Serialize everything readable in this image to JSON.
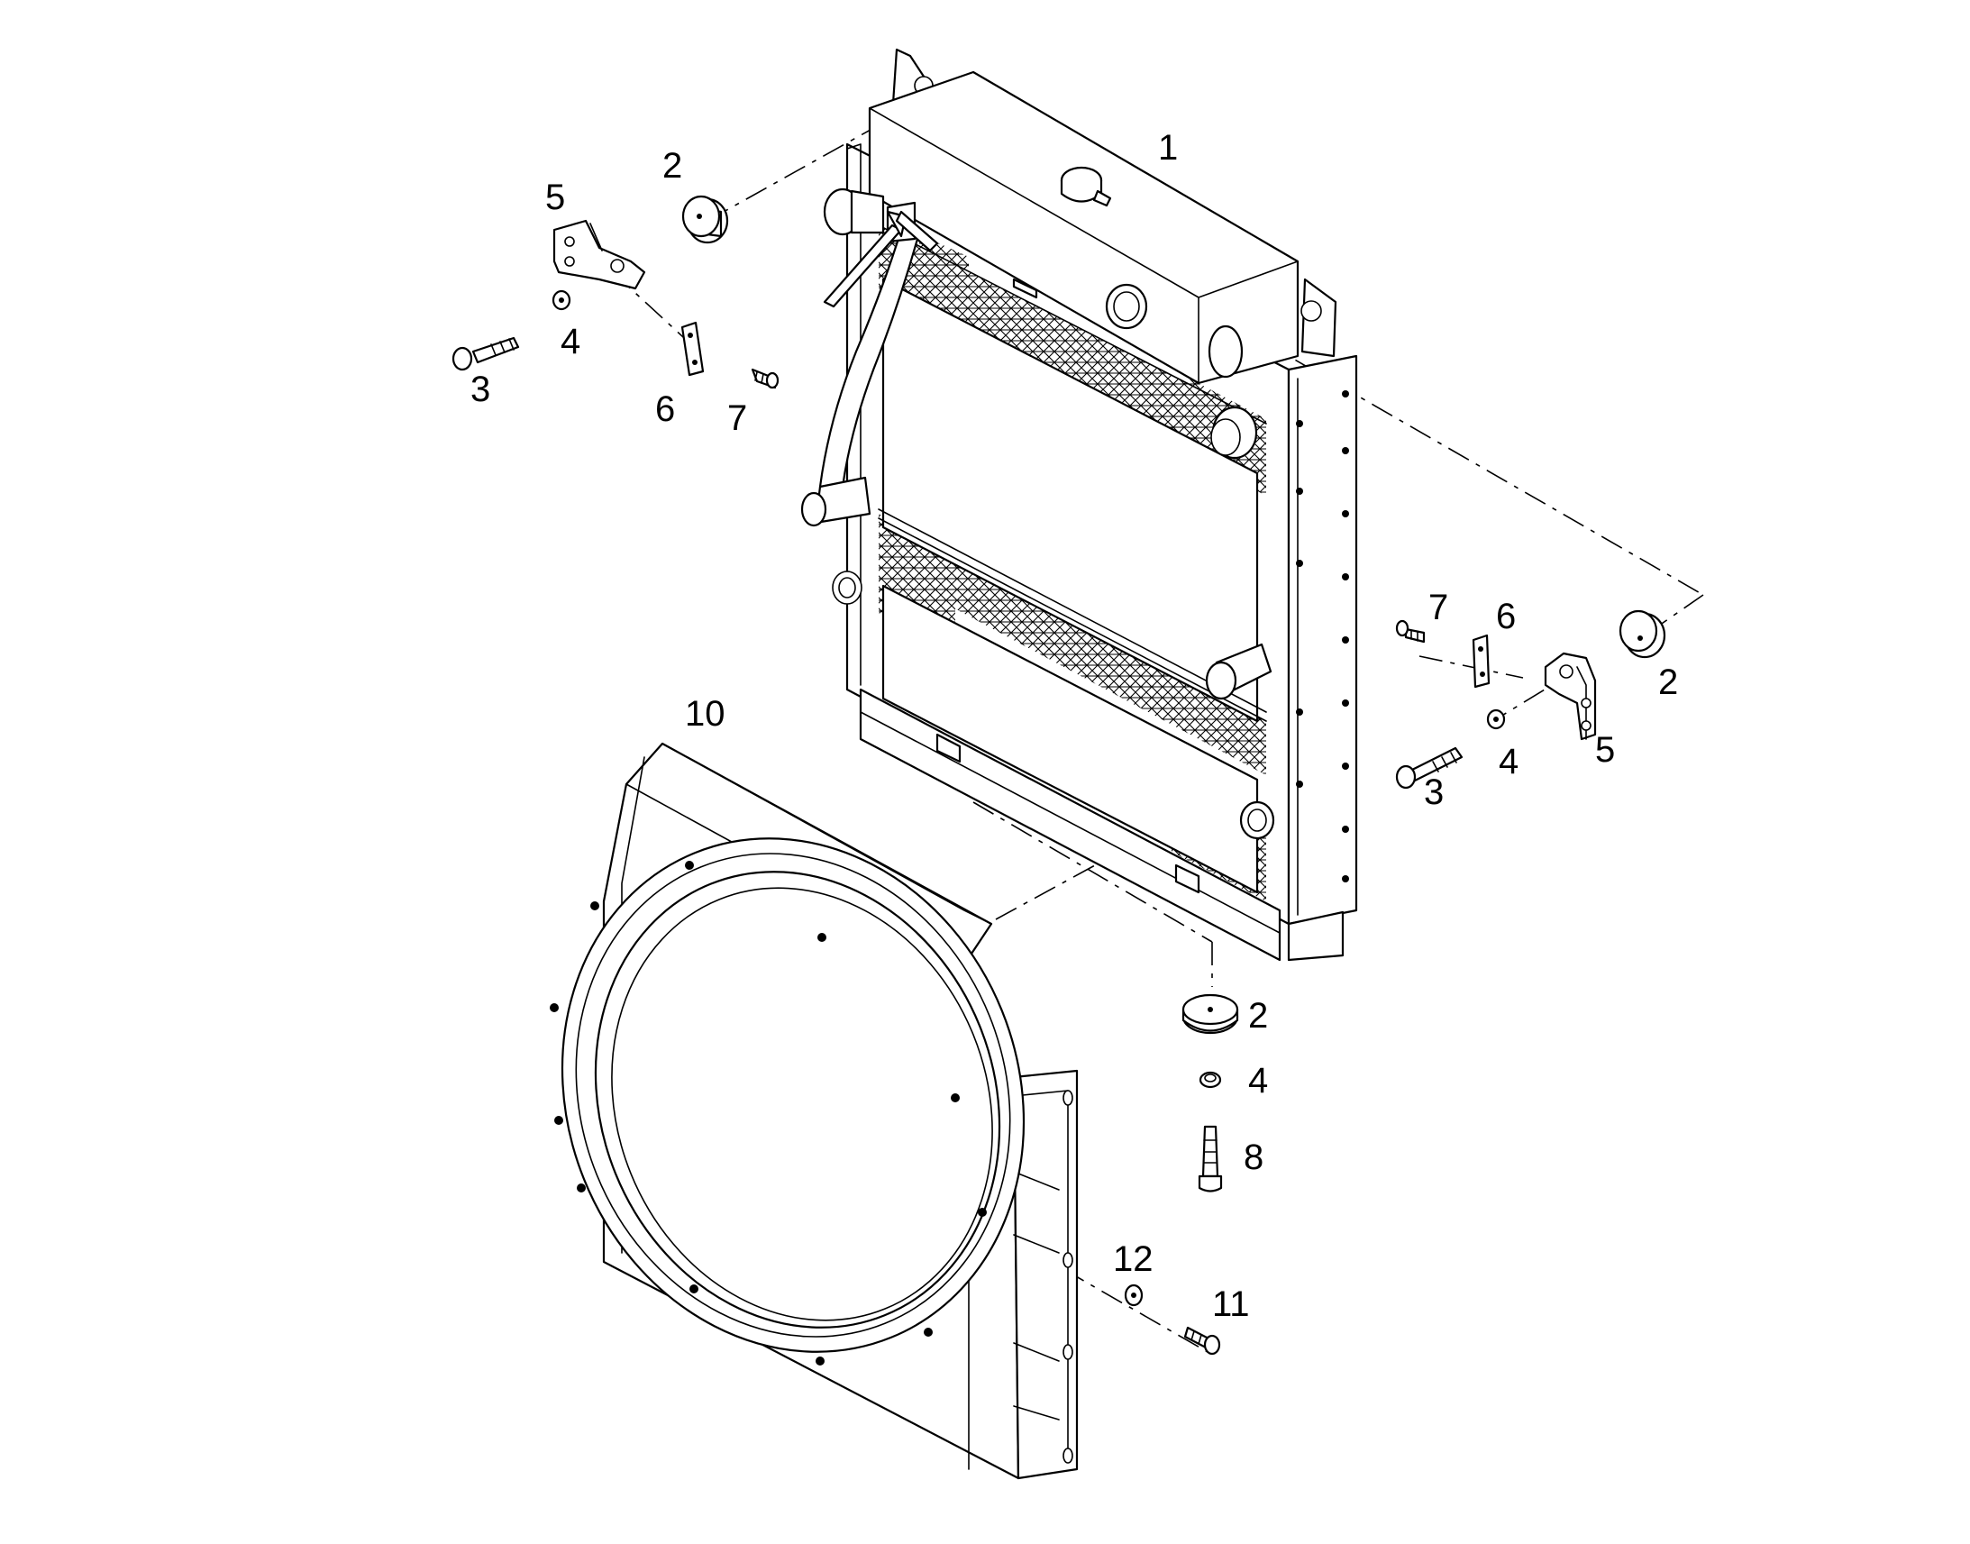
{
  "callouts": {
    "c1": "1",
    "c2_left": "2",
    "c5_left": "5",
    "c4_left": "4",
    "c3_left": "3",
    "c6_left": "6",
    "c7_left": "7",
    "c7_right": "7",
    "c6_right": "6",
    "c2_right": "2",
    "c5_right": "5",
    "c4_right": "4",
    "c3_right": "3",
    "c10": "10",
    "c2_bottom": "2",
    "c4_bottom": "4",
    "c8": "8",
    "c12": "12",
    "c11": "11"
  },
  "colors": {
    "ink": "#000000",
    "paper": "#ffffff"
  }
}
